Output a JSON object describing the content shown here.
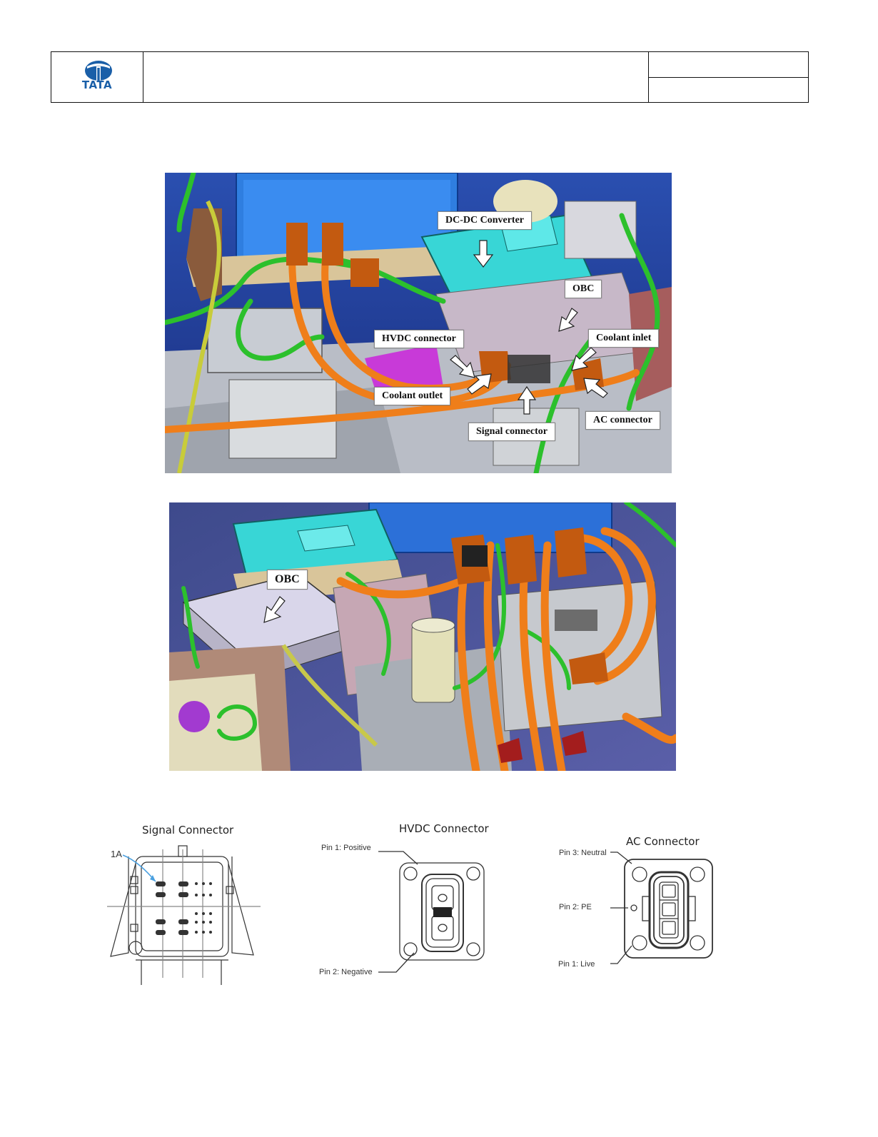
{
  "header": {
    "logo_text": "TATA",
    "logo_colors": {
      "brand": "#1a5fa8"
    }
  },
  "photo_top": {
    "labels": {
      "dcdc": "DC-DC Converter",
      "obc": "OBC",
      "hvdc": "HVDC connector",
      "coolant_inlet": "Coolant inlet",
      "coolant_outlet": "Coolant outlet",
      "signal": "Signal connector",
      "ac": "AC connector"
    }
  },
  "photo_bottom": {
    "labels": {
      "obc": "OBC"
    }
  },
  "diagrams": {
    "signal": {
      "title": "Signal Connector",
      "pin_label": "1A"
    },
    "hvdc": {
      "title": "HVDC Connector",
      "pin1": "Pin 1: Positive",
      "pin2": "Pin 2: Negative"
    },
    "ac": {
      "title": "AC Connector",
      "pin3": "Pin 3: Neutral",
      "pin2": "Pin 2: PE",
      "pin1": "Pin 1: Live"
    }
  }
}
